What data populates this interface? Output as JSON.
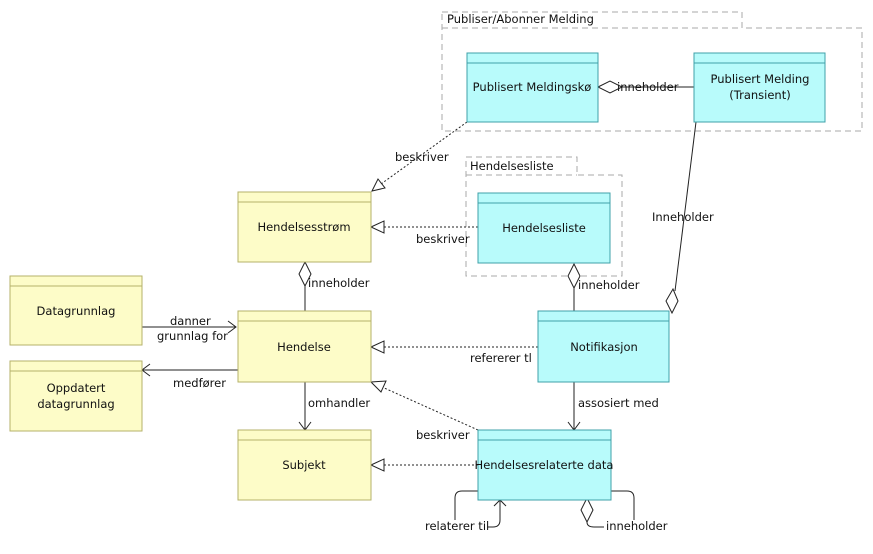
{
  "groups": {
    "publish": {
      "title": "Publiser/Abonner Melding"
    },
    "eventlist": {
      "title": "Hendelsesliste"
    }
  },
  "colors": {
    "yellow_fill": "#fdfcc8",
    "yellow_stroke": "#b5b26a",
    "cyan_fill": "#b8fbfb",
    "cyan_stroke": "#3fa0a8",
    "group_stroke": "#aaaaaa",
    "line": "#222222"
  },
  "nodes": {
    "queue": {
      "label": "Publisert Meldingskø"
    },
    "message": {
      "line1": "Publisert Melding",
      "line2": "(Transient)"
    },
    "stream": {
      "label": "Hendelsesstrøm"
    },
    "eventlist": {
      "label": "Hendelsesliste"
    },
    "datagrunnlag": {
      "label": "Datagrunnlag"
    },
    "oppdatert": {
      "line1": "Oppdatert",
      "line2": "datagrunnlag"
    },
    "hendelse": {
      "label": "Hendelse"
    },
    "notifikasjon": {
      "label": "Notifikasjon"
    },
    "subjekt": {
      "label": "Subjekt"
    },
    "relaterte": {
      "label": "Hendelsesrelaterte data"
    }
  },
  "edges": {
    "queue_contains": "inneholder",
    "queue_describes": "beskriver",
    "list_describes": "beskriver",
    "stream_contains": "inneholder",
    "list_contains": "inneholder",
    "message_contains": "Inneholder",
    "forms_line1": "danner",
    "forms_line2": "grunnlag for",
    "leads_to": "medfører",
    "refers_to": "refererer tl",
    "concerns": "omhandler",
    "associated": "assosiert med",
    "data_describes": "beskriver",
    "relates_to": "relaterer til",
    "data_contains": "inneholder"
  }
}
